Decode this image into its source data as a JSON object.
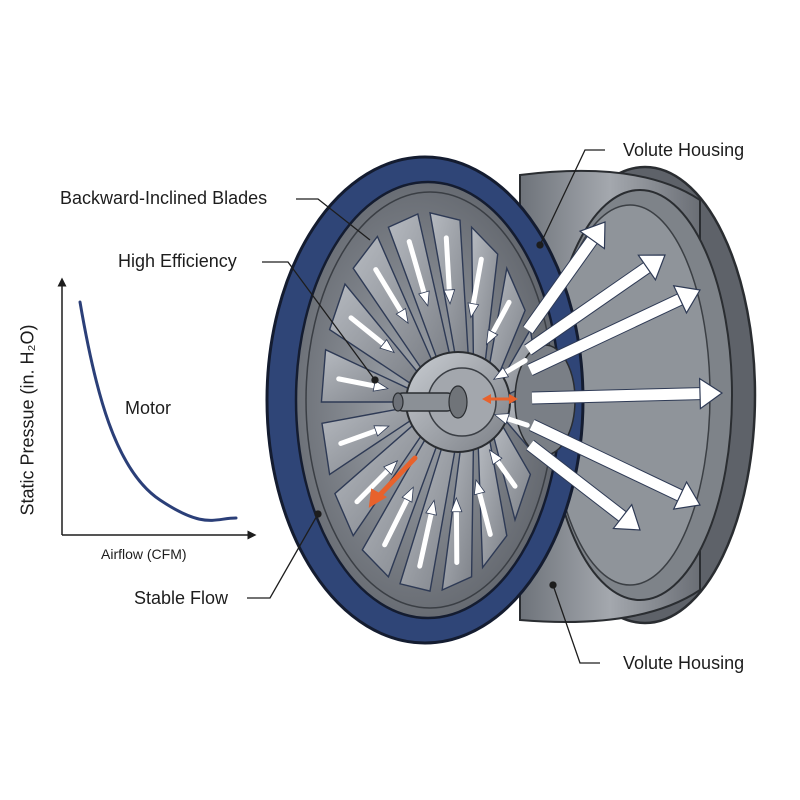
{
  "labels": {
    "volute_top": "Volute Housing",
    "volute_bottom": "Volute Housing",
    "backward_blades": "Backward-Inclined Blades",
    "high_efficiency": "High Efficiency",
    "motor": "Motor",
    "stable_flow": "Stable Flow"
  },
  "inset_chart": {
    "ylabel": "Static Pressue (in. H₂O)",
    "xlabel": "Airflow (CFM)"
  },
  "colors": {
    "ring": "#2f4577",
    "ring_dark": "#1f2f55",
    "housing": "#8c9096",
    "blade": "#9a9fa6",
    "curve": "#2b3f78",
    "accent": "#e8622c"
  }
}
